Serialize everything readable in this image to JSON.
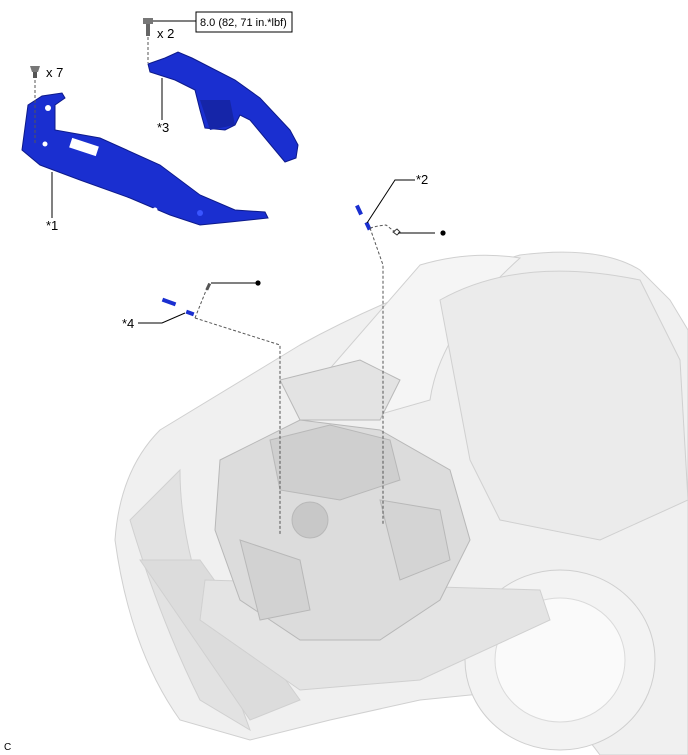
{
  "labels": {
    "part1": "*1",
    "part2": "*2",
    "part3": "*3",
    "part4": "*4",
    "clip_qty": "x 7",
    "bolt_qty": "x 2",
    "torque": "8.0 (82, 71 in.*lbf)",
    "figure_code": "C"
  },
  "colors": {
    "part_blue": "#1a2fd0",
    "car_gray": "#e6e6e6",
    "line": "#000000"
  }
}
